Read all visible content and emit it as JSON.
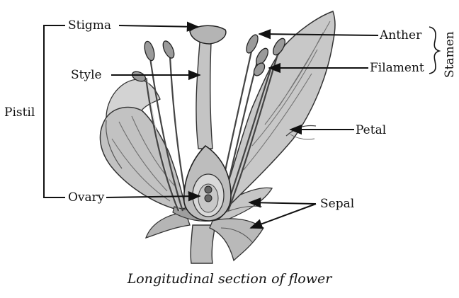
{
  "labels": {
    "stigma": "Stigma",
    "style": "Style",
    "pistil": "Pistil",
    "ovary": "Ovary",
    "anther": "Anther",
    "filament": "Filament",
    "stamen": "Stamen",
    "petal": "Petal",
    "sepal": "Sepal"
  },
  "caption": "Longitudinal section of flower",
  "colors": {
    "ink": "#111111",
    "petal_fill": "#c9c9c9",
    "petal_dark": "#8d8d8d",
    "tissue": "#dedede"
  }
}
